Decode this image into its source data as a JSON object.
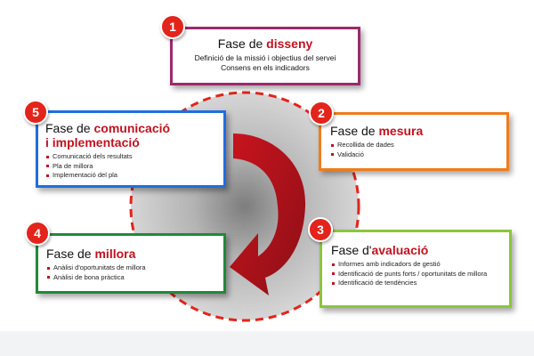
{
  "phases": [
    {
      "number": "1",
      "title_prefix": "Fase de ",
      "title_highlight": "disseny",
      "lines": [
        "Definició de la missió i objectius del servei",
        "Consens en els indicadors"
      ],
      "color": "#9b2a6b"
    },
    {
      "number": "2",
      "title_prefix": "Fase de ",
      "title_highlight": "mesura",
      "lines": [
        "Recollida de dades",
        "Validació"
      ],
      "color": "#f07c1b"
    },
    {
      "number": "3",
      "title_prefix": "Fase d'",
      "title_highlight": "avaluació",
      "lines": [
        "Informes amb indicadors de gestió",
        "Identificació de punts forts / oportunitats de millora",
        "Identificació de tendències"
      ],
      "color": "#8dc43f"
    },
    {
      "number": "4",
      "title_prefix": "Fase de ",
      "title_highlight": "millora",
      "lines": [
        "Anàlisi d'oportunitats de millora",
        "Anàlisi de bona pràctica"
      ],
      "color": "#1f8a3a"
    },
    {
      "number": "5",
      "title_prefix": "Fase de ",
      "title_highlight": "comunicació",
      "title_line2": "i implementació",
      "lines": [
        "Comunicació dels resultats",
        "Pla de millora",
        "Implementació del pla"
      ],
      "color": "#1f6ee0"
    }
  ],
  "colors": {
    "badge": "#e3241b",
    "highlight": "#c1121f",
    "dashed_circle": "#e3241b",
    "arrow": "#b3121b"
  }
}
